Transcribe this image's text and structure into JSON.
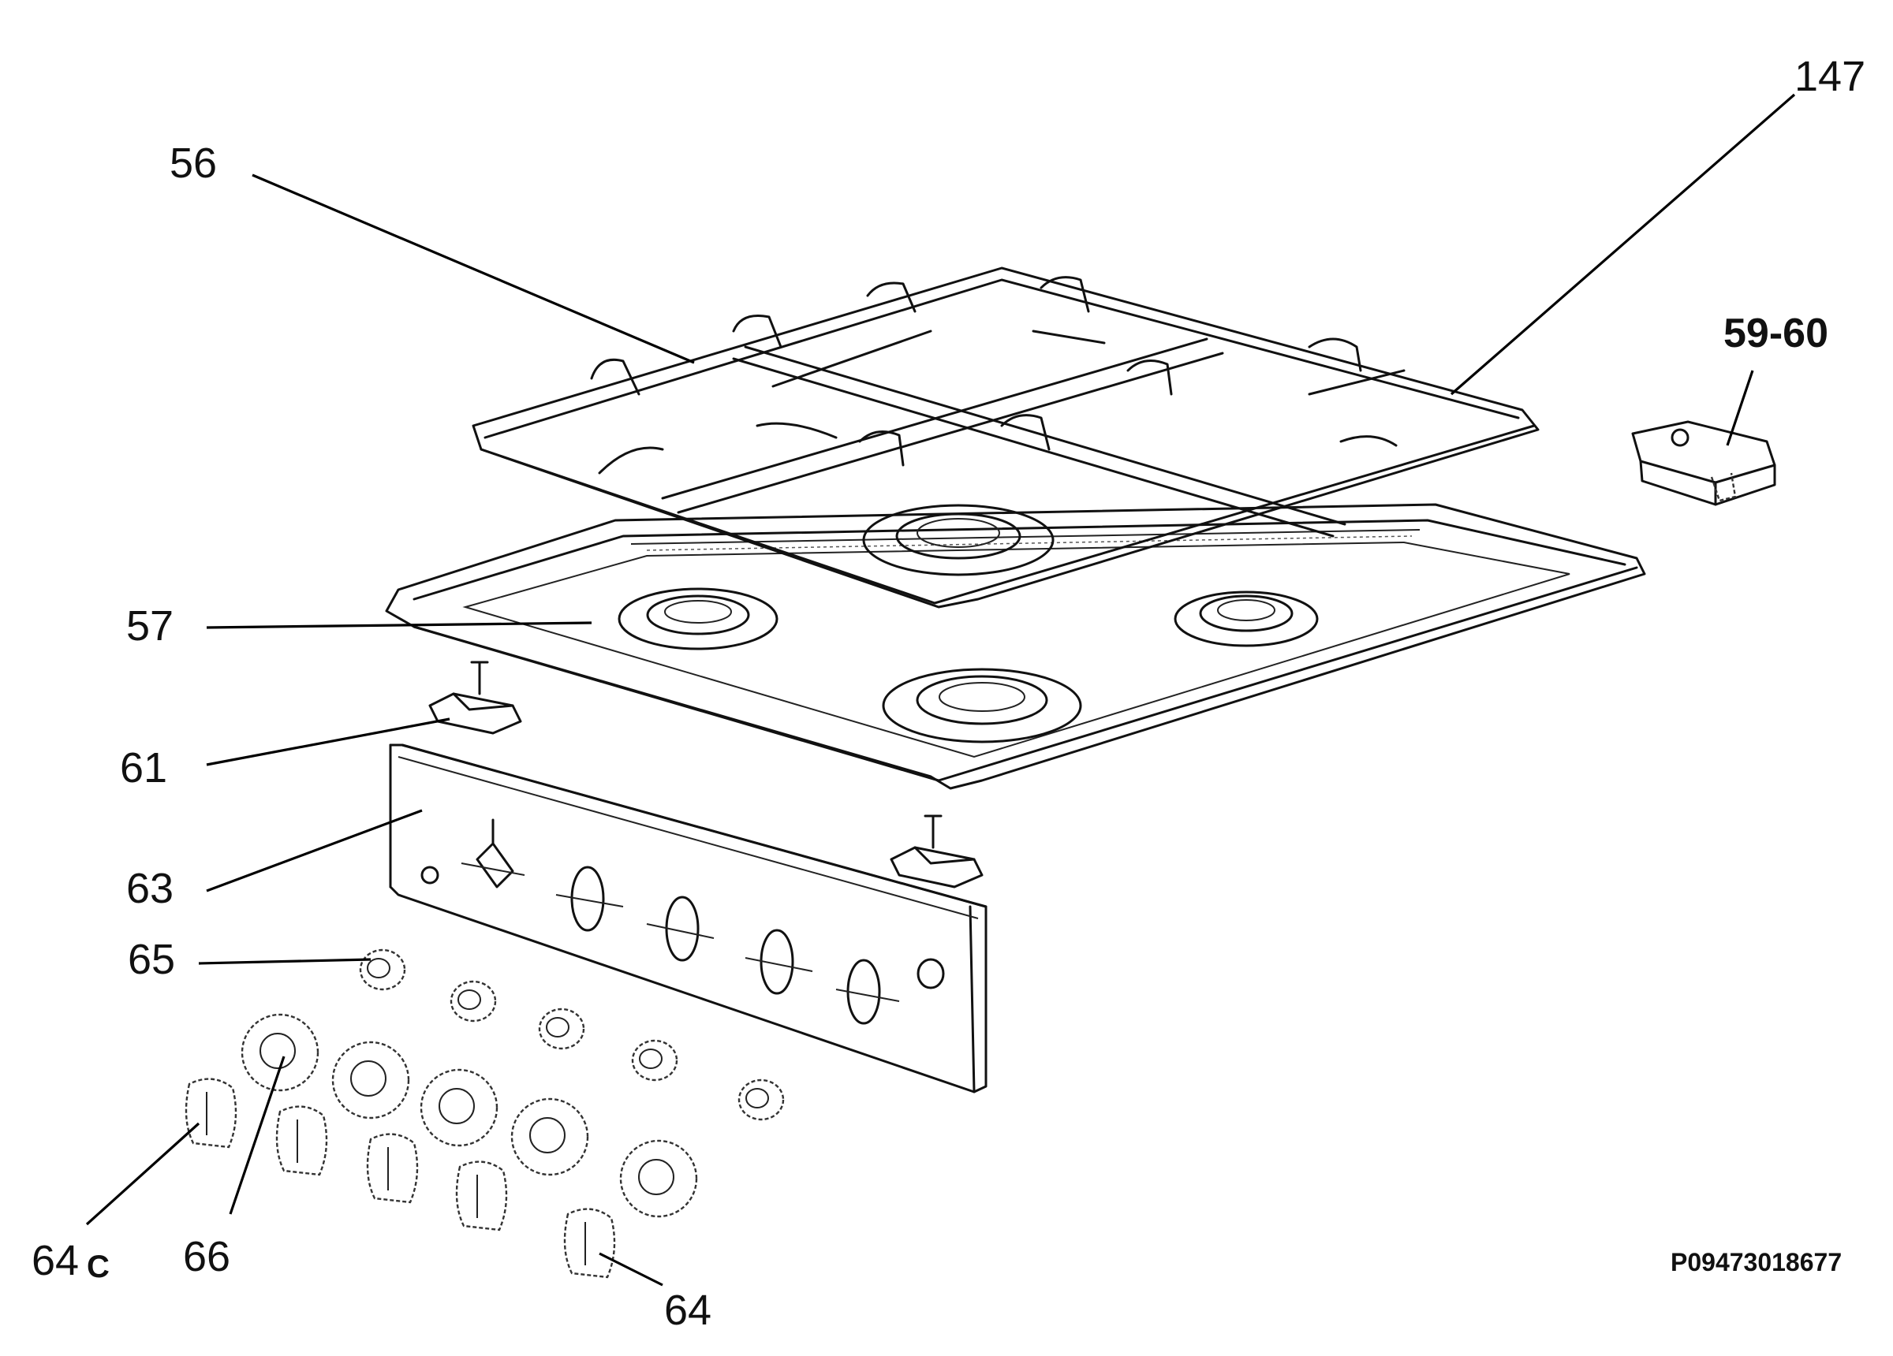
{
  "labels": {
    "l56": "56",
    "l147": "147",
    "l5960": "59-60",
    "l57": "57",
    "l61": "61",
    "l63": "63",
    "l65": "65",
    "l64c_num": "64",
    "l64c_suffix": "C",
    "l66": "66",
    "l64": "64"
  },
  "drawing_code": "P09473018677",
  "colors": {
    "line": "#111111",
    "background": "#ffffff"
  }
}
